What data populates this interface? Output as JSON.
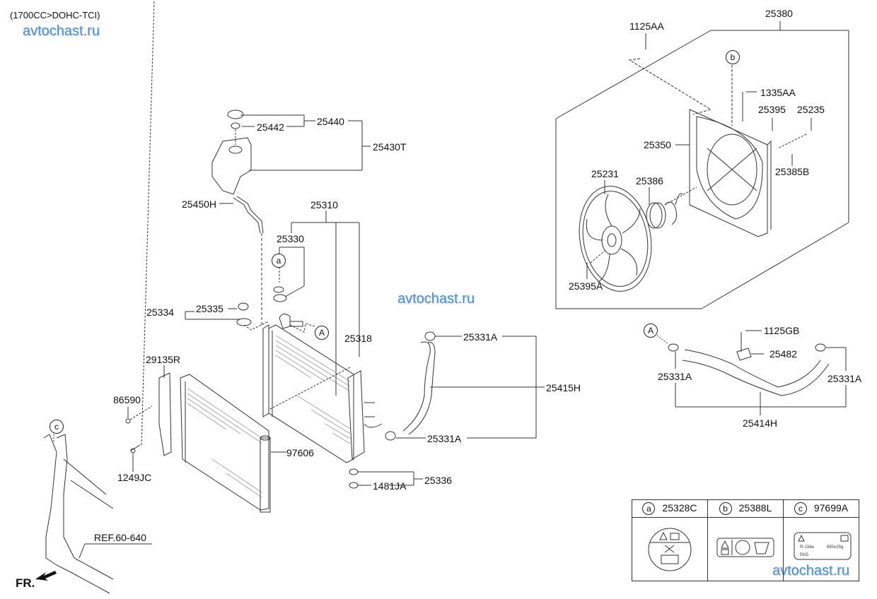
{
  "header": {
    "engine_spec": "(1700CC>DOHC-TCI)",
    "watermark": "avtochast.ru"
  },
  "callouts": {
    "a": "a",
    "b": "b",
    "c": "c",
    "A": "A"
  },
  "parts": {
    "p25440": "25440",
    "p25442": "25442",
    "p25430T": "25430T",
    "p25450H": "25450H",
    "p25310": "25310",
    "p25330": "25330",
    "p25335": "25335",
    "p25334": "25334",
    "p25318": "25318",
    "p25331A_top": "25331A",
    "p25415H": "25415H",
    "p25331A_bottom": "25331A",
    "p29135R": "29135R",
    "p86590": "86590",
    "p1249JC": "1249JC",
    "p97606": "97606",
    "p1481JA": "1481JA",
    "p25336": "25336",
    "p25380": "25380",
    "p1125AA": "1125AA",
    "p1335AA": "1335AA",
    "p25395": "25395",
    "p25235": "25235",
    "p25350": "25350",
    "p25385B": "25385B",
    "p25231": "25231",
    "p25386": "25386",
    "p25395A": "25395A",
    "p1125GB": "1125GB",
    "p25482": "25482",
    "p25331A_left": "25331A",
    "p25331A_right": "25331A",
    "p25414H": "25414H"
  },
  "reference": "REF.60-640",
  "front_marker": "FR.",
  "legend": [
    {
      "key": "a",
      "part": "25328C",
      "label_type": "coolant-cap-warning-label"
    },
    {
      "key": "b",
      "part": "25388L",
      "label_type": "fan-warning-label"
    },
    {
      "key": "c",
      "part": "97699A",
      "label_type": "refrigerant-label"
    }
  ],
  "refrigerant_label": {
    "gas": "R-134a",
    "gas_amount": "650±25g",
    "oil": "PAG"
  }
}
